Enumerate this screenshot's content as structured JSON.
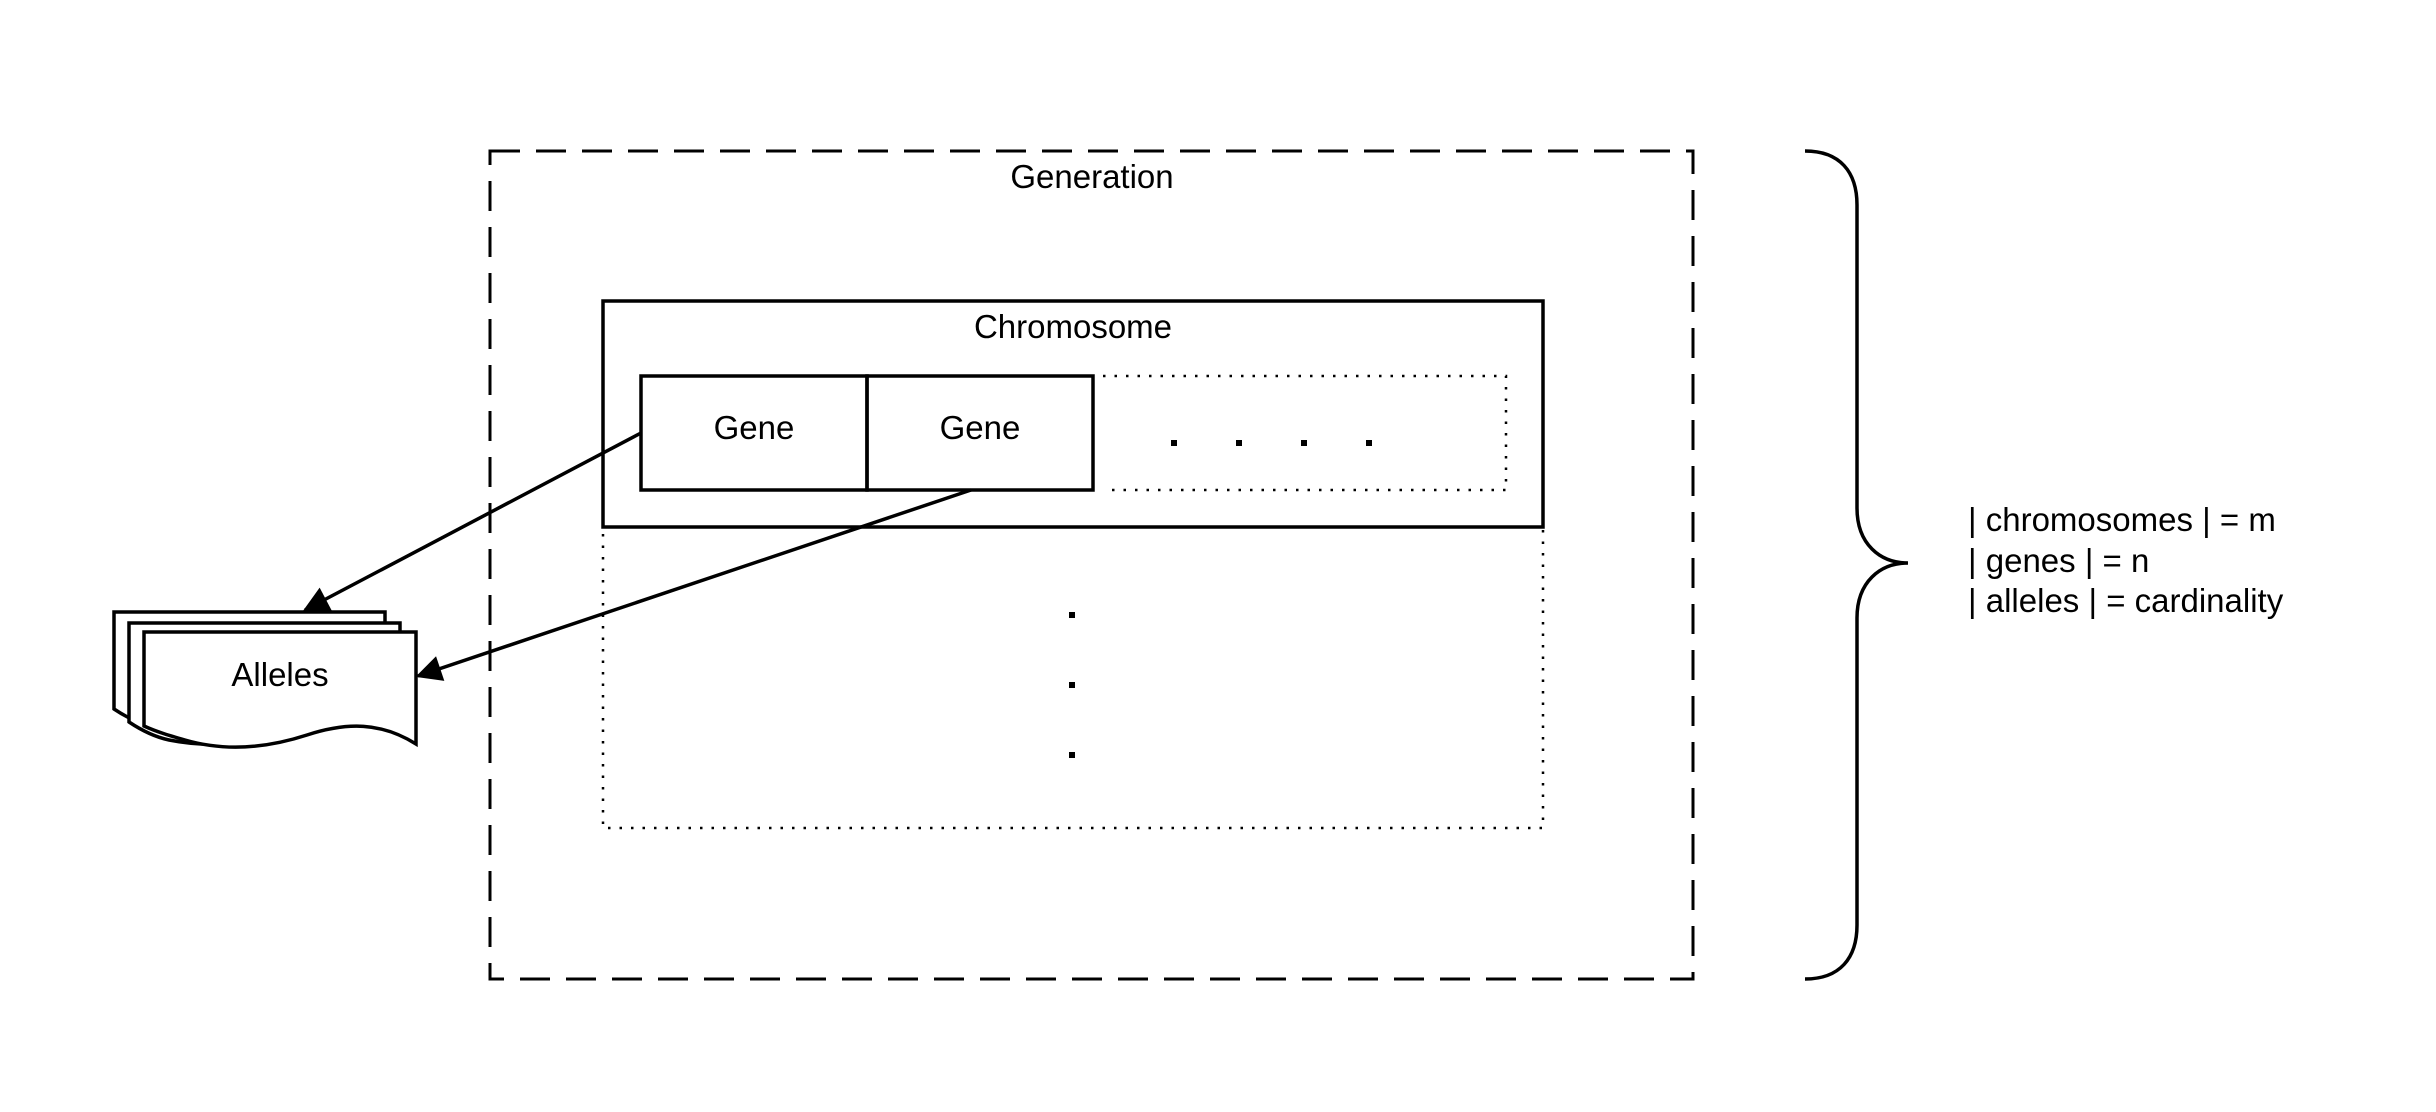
{
  "diagram": {
    "generation": {
      "label": "Generation"
    },
    "chromosome": {
      "label": "Chromosome"
    },
    "genes": [
      {
        "label": "Gene"
      },
      {
        "label": "Gene"
      }
    ],
    "alleles": {
      "label": "Alleles"
    },
    "brace_notes": [
      "| chromosomes | = m",
      "| genes | = n",
      "| alleles | = cardinality"
    ],
    "colors": {
      "stroke": "#000000",
      "background": "#ffffff"
    }
  }
}
